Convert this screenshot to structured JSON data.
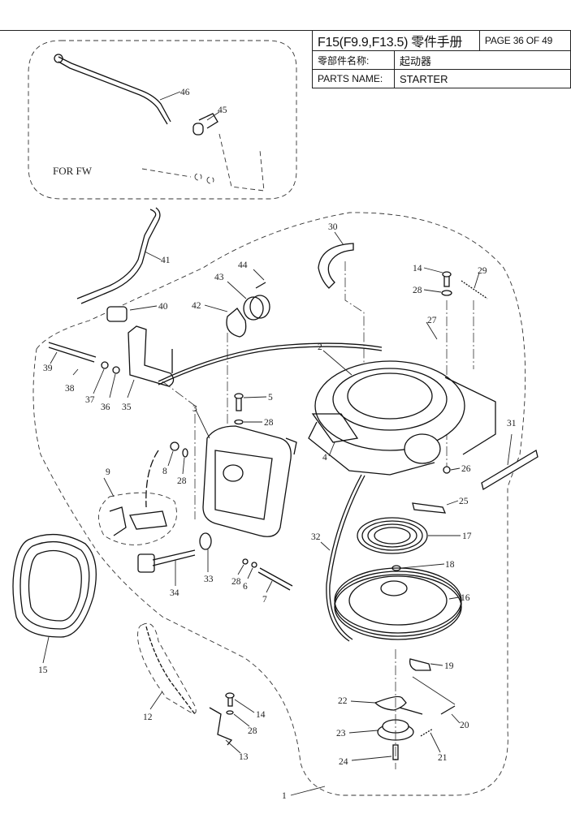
{
  "header": {
    "title": "F15(F9.9,F13.5) 零件手册",
    "page": "PAGE 36 OF 49",
    "rows": [
      {
        "label": "零部件名称:",
        "value": "起动器"
      },
      {
        "label": "PARTS NAME:",
        "value": "STARTER"
      }
    ]
  },
  "inset": {
    "note": "FOR FW",
    "labels": [
      "46",
      "45"
    ]
  },
  "callouts": {
    "p1": "1",
    "p2": "2",
    "p3": "3",
    "p4": "4",
    "p5": "5",
    "p6": "6",
    "p7": "7",
    "p8": "8",
    "p9": "9",
    "p12": "12",
    "p13": "13",
    "p14a": "14",
    "p14b": "14",
    "p15": "15",
    "p16": "16",
    "p17": "17",
    "p18": "18",
    "p19": "19",
    "p20": "20",
    "p21": "21",
    "p22": "22",
    "p23": "23",
    "p24": "24",
    "p25": "25",
    "p26": "26",
    "p27": "27",
    "p28a": "28",
    "p28b": "28",
    "p28c": "28",
    "p28d": "28",
    "p28e": "28",
    "p29": "29",
    "p30": "30",
    "p31": "31",
    "p32": "32",
    "p33": "33",
    "p34": "34",
    "p35": "35",
    "p36": "36",
    "p37": "37",
    "p38": "38",
    "p39": "39",
    "p40": "40",
    "p41": "41",
    "p42": "42",
    "p43": "43",
    "p44": "44",
    "p45": "45",
    "p46": "46"
  }
}
